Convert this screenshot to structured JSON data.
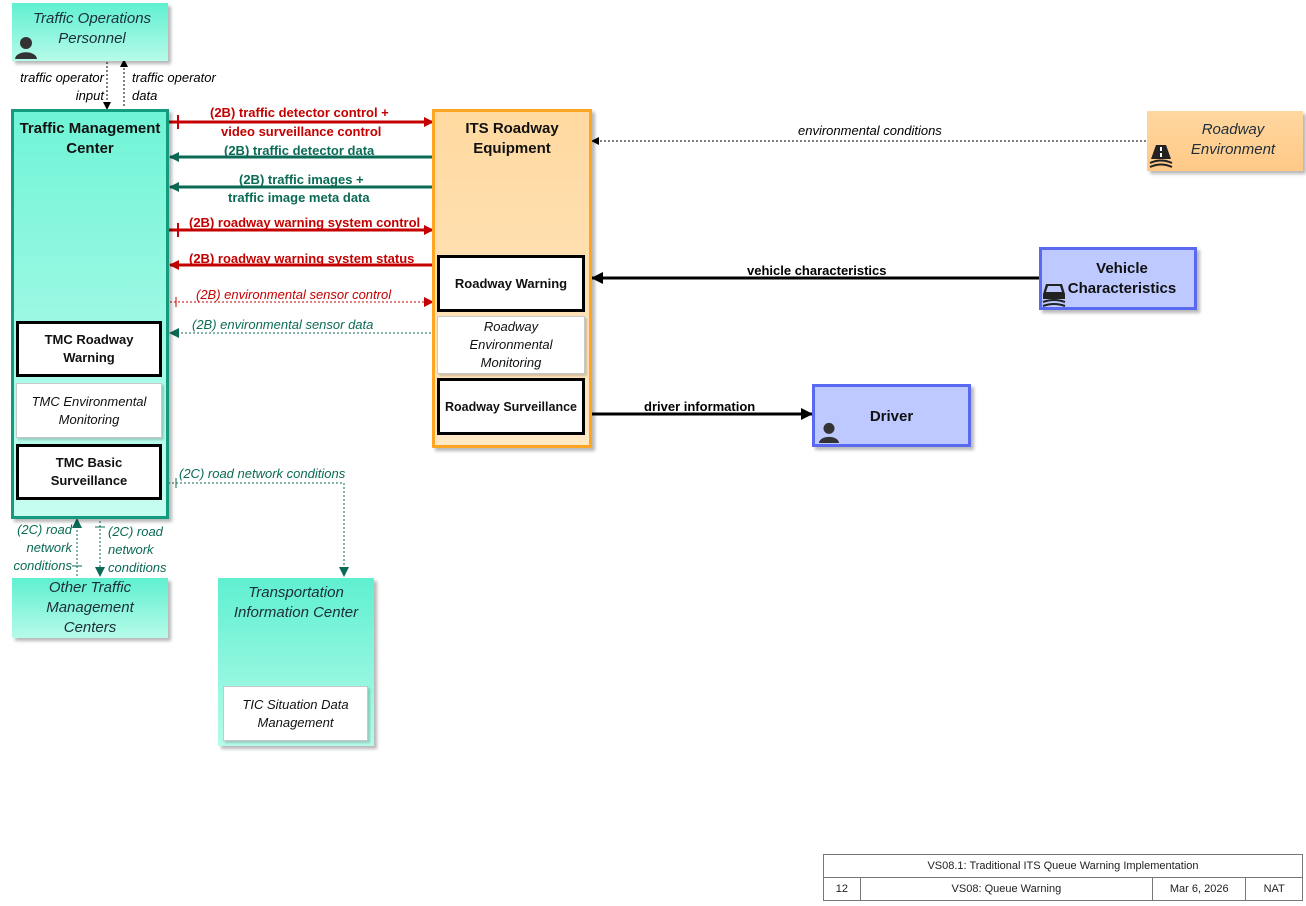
{
  "nodes": {
    "top": "Traffic Operations Personnel",
    "tmc": "Traffic Management Center",
    "tmc_roadway_warning": "TMC Roadway Warning",
    "tmc_env_monitoring": "TMC Environmental Monitoring",
    "tmc_basic_surveillance": "TMC Basic Surveillance",
    "its": "ITS Roadway Equipment",
    "roadway_warning": "Roadway Warning",
    "roadway_env_monitoring": "Roadway Environmental Monitoring",
    "roadway_surveillance": "Roadway Surveillance",
    "roadway_environment": "Roadway Environment",
    "vehicle": "Vehicle Characteristics",
    "driver": "Driver",
    "other_tmc": "Other Traffic Management Centers",
    "tic": "Transportation Information Center",
    "tic_situation": "TIC Situation Data Management"
  },
  "flows": {
    "operator_input": "traffic operator input",
    "operator_data": "traffic operator data",
    "detector_control_1": "(2B) traffic detector control +",
    "detector_control_2": "video surveillance control",
    "detector_data": "(2B) traffic detector data",
    "traffic_images_1": "(2B) traffic images +",
    "traffic_images_2": "traffic image meta data",
    "warning_control": "(2B) roadway warning system control",
    "warning_status": "(2B) roadway warning system status",
    "env_sensor_control": "(2B) environmental sensor control",
    "env_sensor_data": "(2B) environmental sensor data",
    "env_conditions": "environmental conditions",
    "vehicle_characteristics": "vehicle characteristics",
    "driver_information": "driver information",
    "road_network_tic": "(2C) road network conditions",
    "road_network_up": "(2C) road network conditions",
    "road_network_down": "(2C) road network conditions"
  },
  "title_block": {
    "title": "VS08.1: Traditional ITS Queue Warning Implementation",
    "page": "12",
    "name": "VS08: Queue Warning",
    "date": "Mar 6, 2026",
    "tag": "NAT"
  },
  "colors": {
    "control_flow": "#c40000",
    "data_flow": "#0a6a55",
    "center": "#3ff0c8",
    "field": "#ffa524",
    "vehicle": "#5a6af0"
  },
  "icons": [
    "person-icon",
    "road-icon",
    "car-icon"
  ]
}
